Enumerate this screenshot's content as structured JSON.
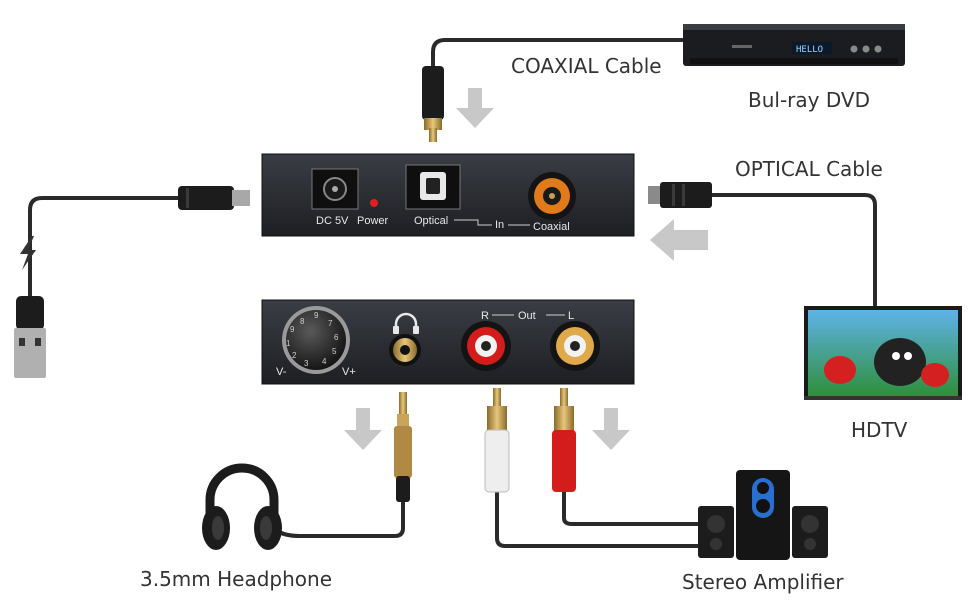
{
  "labels": {
    "coaxial_cable": "COAXIAL Cable",
    "bluray_dvd": "Bul-ray DVD",
    "optical_cable": "OPTICAL Cable",
    "hdtv": "HDTV",
    "headphone": "3.5mm Headphone",
    "amplifier": "Stereo Amplifier"
  },
  "converter_top": {
    "dc": "DC 5V",
    "power": "Power",
    "optical": "Optical",
    "in": "In",
    "coaxial": "Coaxial"
  },
  "converter_bottom": {
    "r": "R",
    "out": "Out",
    "l": "L",
    "vminus": "V-",
    "vplus": "V+"
  },
  "dvd_display": "HELLO",
  "colors": {
    "cable": "#2a2a2a",
    "arrow": "#c8c8c8",
    "coax_jack": "#e07a1a",
    "red_jack": "#d41c1c",
    "power_led": "#e02020"
  }
}
